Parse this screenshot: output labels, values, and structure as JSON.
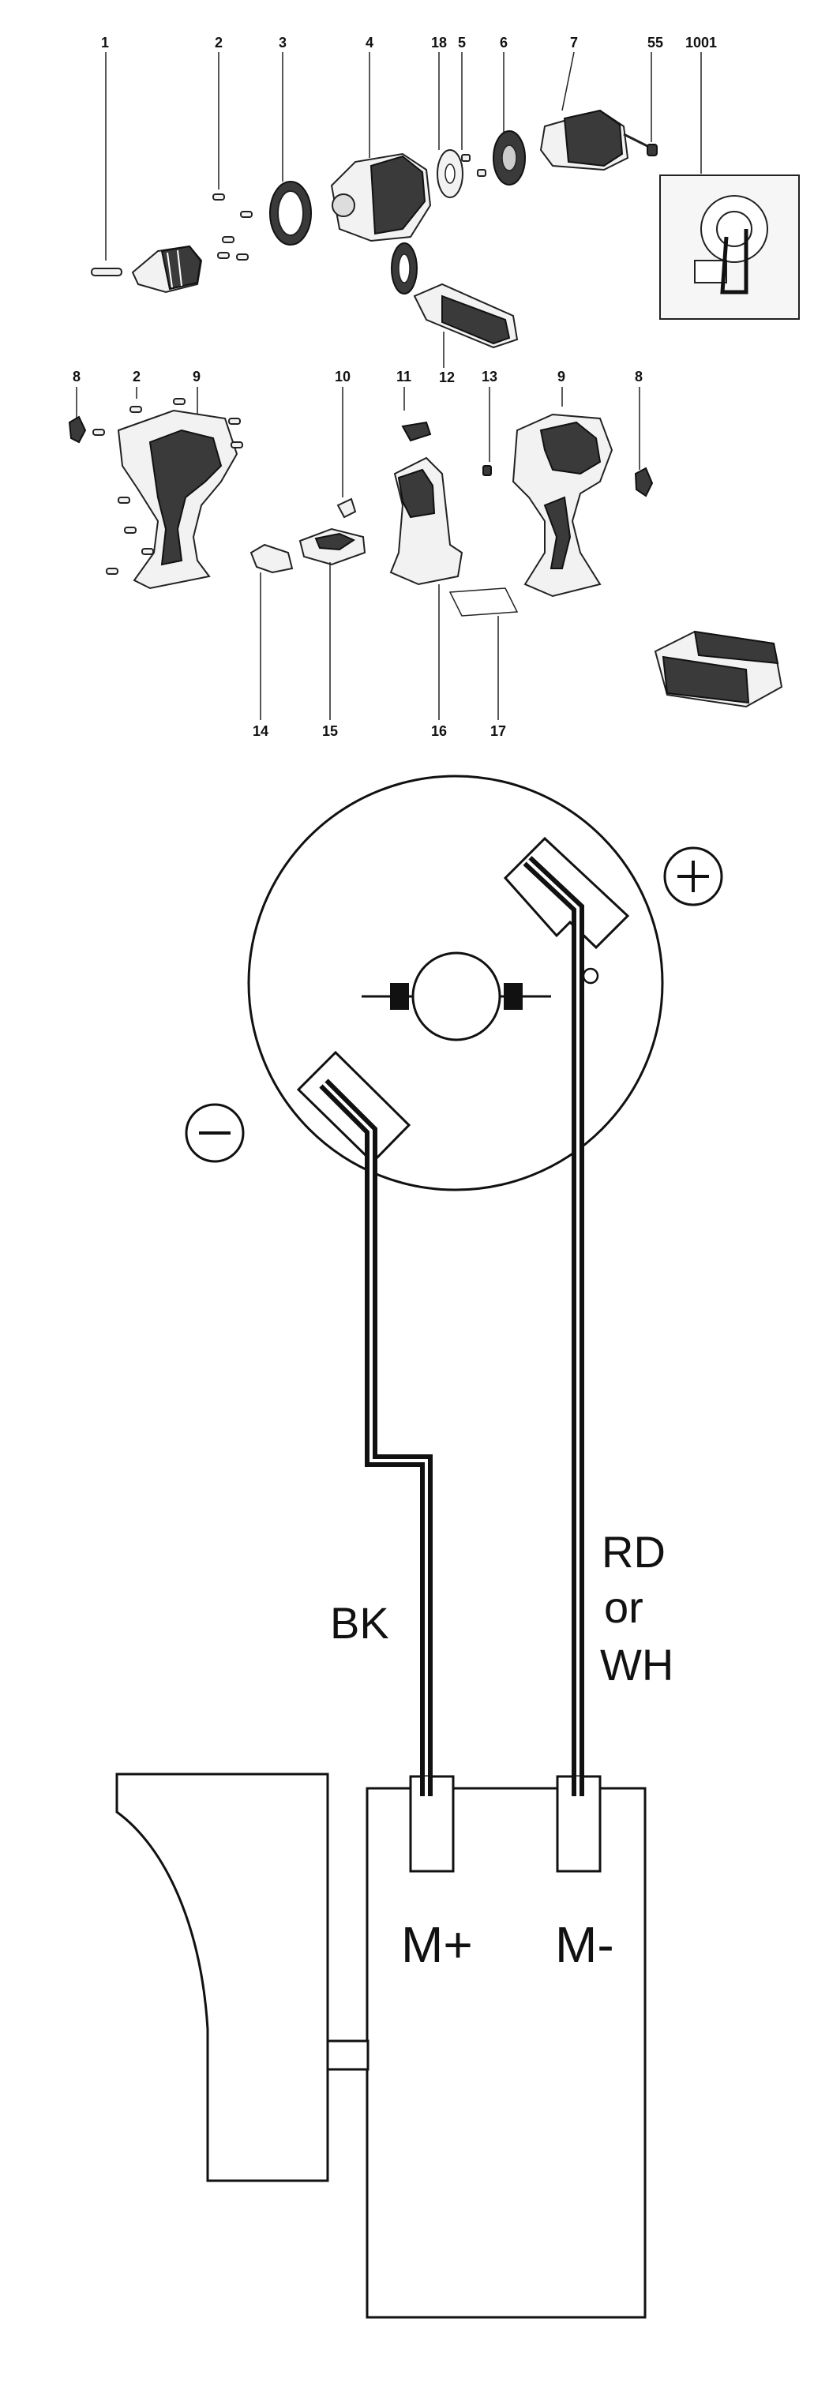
{
  "parts": {
    "p1": "1",
    "p2a": "2",
    "p3": "3",
    "p4": "4",
    "p18": "18",
    "p5": "5",
    "p6": "6",
    "p7": "7",
    "p55": "55",
    "p1001": "1001",
    "p12": "12",
    "p8a": "8",
    "p2b": "2",
    "p9a": "9",
    "p10": "10",
    "p11": "11",
    "p13": "13",
    "p9b": "9",
    "p8b": "8",
    "p14": "14",
    "p15": "15",
    "p16": "16",
    "p17": "17"
  },
  "wiring": {
    "minus_symbol": "−",
    "plus_symbol": "+",
    "wire_black": "BK",
    "wire_red_line1": "RD",
    "wire_red_line2": "or",
    "wire_red_line3": "WH",
    "terminal_plus": "M+",
    "terminal_minus": "M-"
  }
}
